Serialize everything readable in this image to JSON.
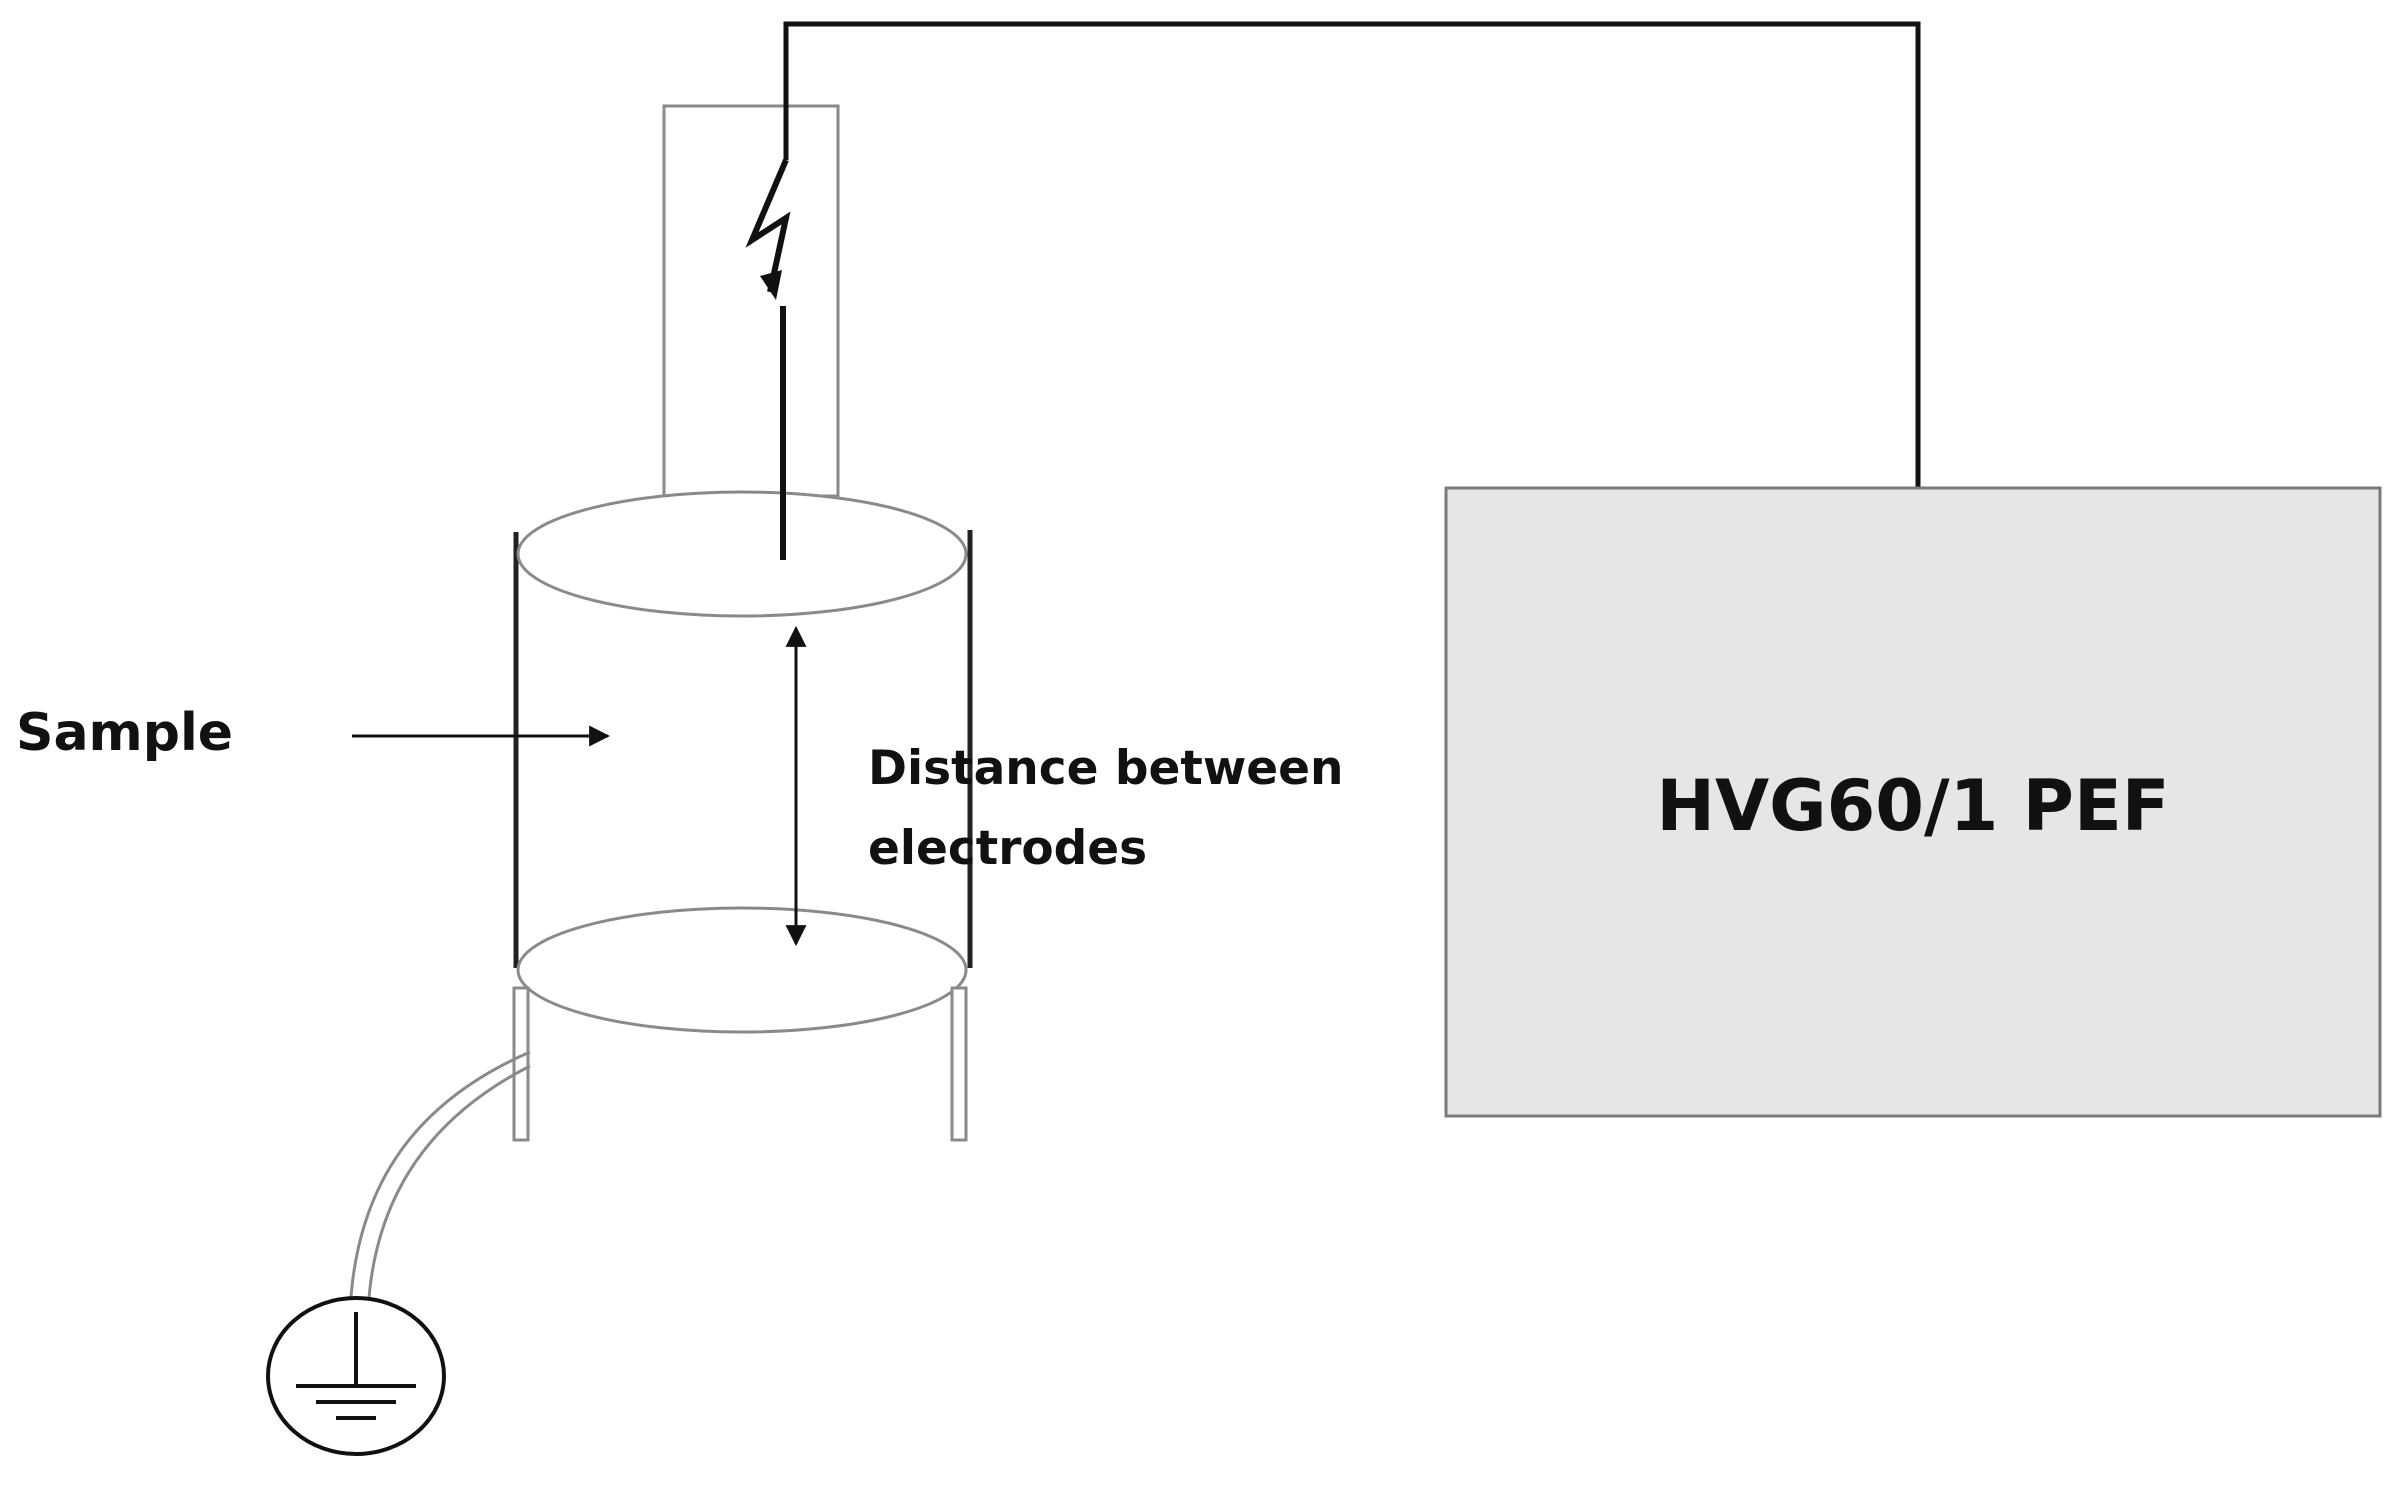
{
  "labels": {
    "sample": "Sample",
    "distance_line1": "Distance between",
    "distance_line2": "electrodes",
    "generator": "HVG60/1 PEF"
  },
  "icons": {
    "high_voltage": "lightning-bolt-icon",
    "ground": "ground-symbol-icon"
  },
  "colors": {
    "background": "#ffffff",
    "outline_light": "#8a8a8a",
    "wire": "#111111",
    "generator_fill": "#e6e6e6",
    "generator_border": "#7a7a7a"
  }
}
